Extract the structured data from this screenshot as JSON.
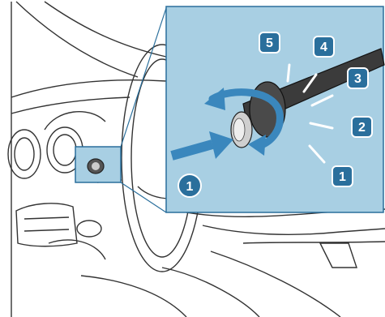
{
  "colors": {
    "zoom_panel": "#a8cfe3",
    "marker_fill": "#2a6f9c",
    "marker_stroke": "#ffffff",
    "arrow": "#3a87bd",
    "line": "#222222"
  },
  "illustration": {
    "icons": [
      "steering-wheel-icon",
      "dashboard-icon",
      "light-switch-lever-icon",
      "rotate-arrow-icon",
      "push-arrow-icon"
    ]
  },
  "callouts": {
    "c1": "1",
    "c2": "2",
    "c3": "3",
    "c4": "4",
    "c5": "5",
    "push": "1"
  }
}
